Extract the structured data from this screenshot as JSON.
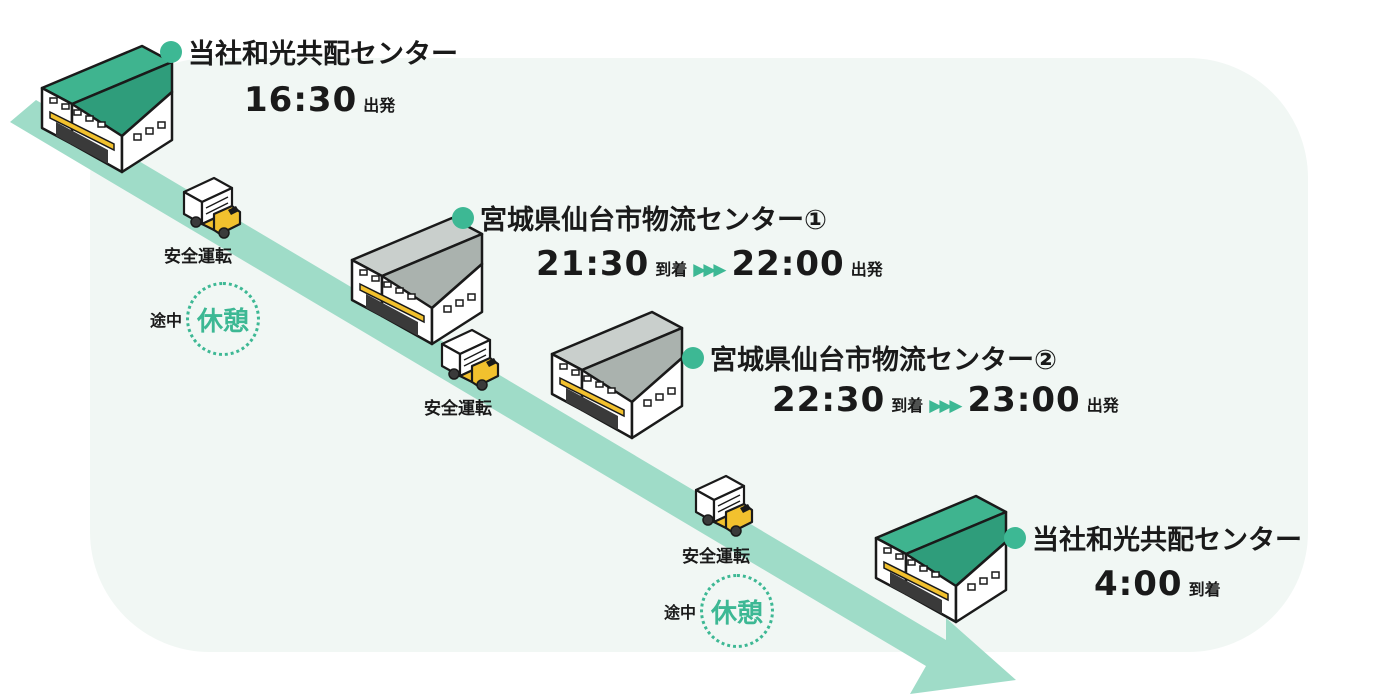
{
  "colors": {
    "accent": "#3db894",
    "route": "#9fdcc8",
    "panel": "#f1f7f4",
    "truck_yellow": "#f2c12e",
    "roof_green": "#3fb48f",
    "roof_gray": "#c9cfcc"
  },
  "icons": {
    "warehouse": "warehouse-icon",
    "truck": "truck-icon",
    "route_arrow": "route-arrow-icon"
  },
  "stops": [
    {
      "name": "当社和光共配センター",
      "time": "16:30",
      "time_label": "出発"
    },
    {
      "name": "宮城県仙台市物流センター①",
      "arrive_time": "21:30",
      "arrive_label": "到着",
      "arrows": "▶▶▶",
      "depart_time": "22:00",
      "depart_label": "出発"
    },
    {
      "name": "宮城県仙台市物流センター②",
      "arrive_time": "22:30",
      "arrive_label": "到着",
      "arrows": "▶▶▶",
      "depart_time": "23:00",
      "depart_label": "出発"
    },
    {
      "name": "当社和光共配センター",
      "time": "4:00",
      "time_label": "到着"
    }
  ],
  "driving": [
    "安全運転",
    "安全運転",
    "安全運転"
  ],
  "breaks": [
    {
      "label": "途中",
      "text": "休憩"
    },
    {
      "label": "途中",
      "text": "休憩"
    }
  ]
}
